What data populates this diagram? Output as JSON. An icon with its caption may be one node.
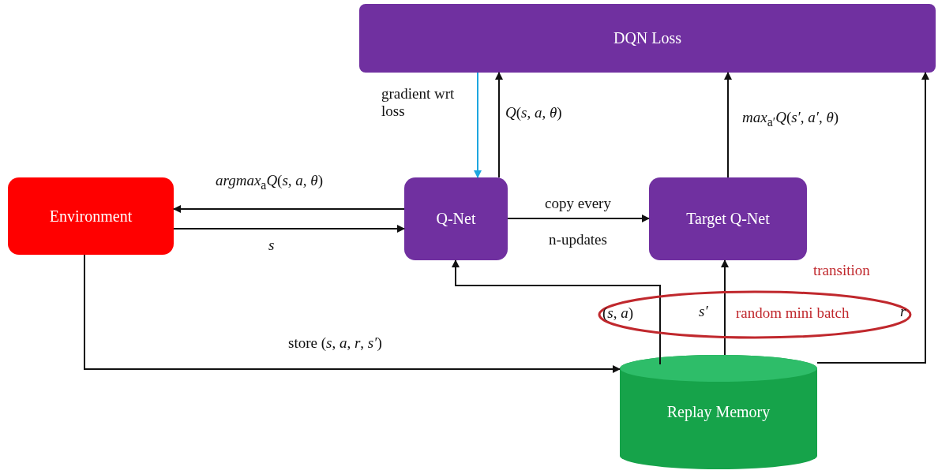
{
  "diagram": {
    "nodes": [
      {
        "text": [
          "DQN Loss"
        ]
      },
      {
        "text": [
          "Environment"
        ]
      },
      {
        "text": [
          "Q-Net"
        ]
      },
      {
        "text": [
          "Target Q-Net"
        ]
      },
      {
        "text": [
          "Replay Memory"
        ]
      }
    ],
    "edges": [
      {
        "from": 2,
        "to": 0,
        "arrow": "to",
        "label": "*Q*(*s*, *a*, *θ*)"
      },
      {
        "from": 0,
        "to": 2,
        "arrow": "to",
        "label": "gradient wrt loss",
        "color": "#1ea7e0"
      },
      {
        "from": 3,
        "to": 0,
        "arrow": "to",
        "label": "*max*$_{a′}$*Q*(*s′*, *a′*, *θ*)"
      },
      {
        "from": 2,
        "to": 1,
        "arrow": "to",
        "label": "*argmax*$_{a}$*Q*(*s*, *a*, *θ*)"
      },
      {
        "from": 1,
        "to": 2,
        "arrow": "to",
        "label": "*s*"
      },
      {
        "from": 2,
        "to": 3,
        "arrow": "to",
        "label": "copy every n-updates"
      },
      {
        "from": 1,
        "to": 4,
        "arrow": "to",
        "label": "store (*s*, *a*, *r*, *s′*)"
      },
      {
        "from": 4,
        "to": 2,
        "arrow": "to",
        "label": "(*s*, *a*)"
      },
      {
        "from": 4,
        "to": 3,
        "arrow": "to",
        "label": "*s′*"
      },
      {
        "from": 4,
        "to": 0,
        "arrow": "to",
        "label": "*r*"
      }
    ],
    "labels": [
      "transition",
      "random mini batch"
    ]
  }
}
